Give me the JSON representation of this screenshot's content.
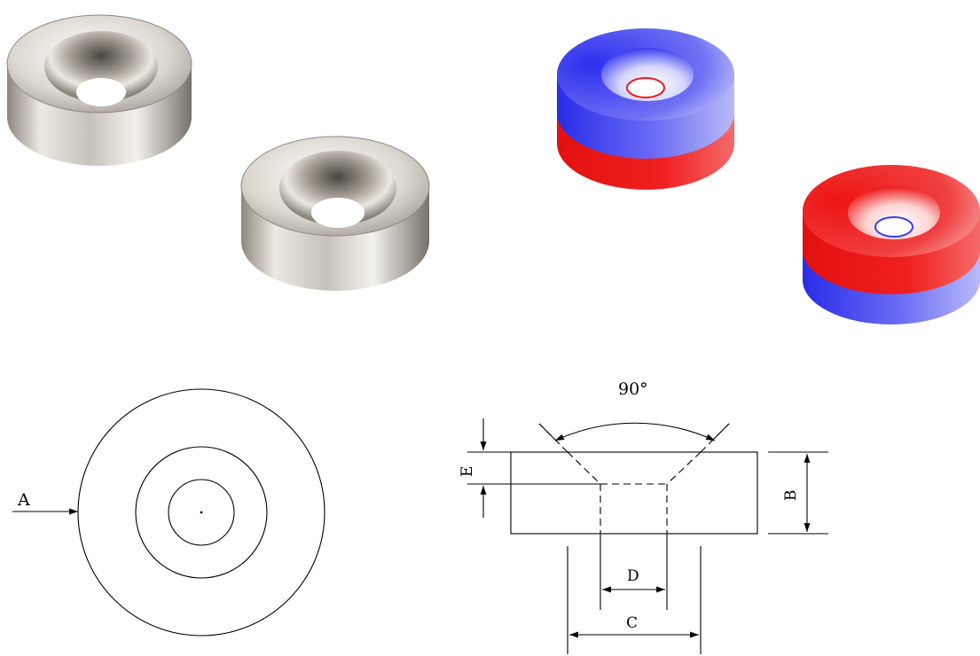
{
  "photos": {
    "nickel_magnets": [
      {
        "name": "nickel-ring-magnet-1"
      },
      {
        "name": "nickel-ring-magnet-2"
      }
    ],
    "pole_illustrations": [
      {
        "name": "pole-magnet-blue-top",
        "top_color": "#3b3df2",
        "bottom_color": "#f01818"
      },
      {
        "name": "pole-magnet-red-top",
        "top_color": "#f01818",
        "bottom_color": "#3b3df2"
      }
    ]
  },
  "drawing": {
    "top_view": {
      "dim_label_a": "A"
    },
    "side_view": {
      "angle_label": "90°",
      "dim_label_b": "B",
      "dim_label_c": "C",
      "dim_label_d": "D",
      "dim_label_e": "E"
    }
  },
  "colors": {
    "nickel_light": "#f2f2f2",
    "nickel_dark": "#7a756e",
    "north_blue": "#3b3df2",
    "south_red": "#f01818",
    "line": "#000000"
  }
}
